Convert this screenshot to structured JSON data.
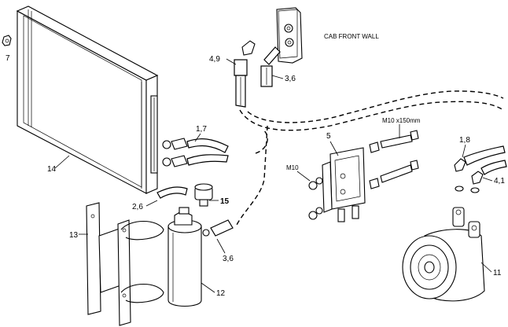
{
  "caption_cab_front_wall": "CAB FRONT WALL",
  "bolt_caption": "M10 x150mm",
  "nut_caption": "M10",
  "labels": {
    "p7": "7",
    "p14": "14",
    "p17": "1,7",
    "p49": "4,9",
    "p36_top": "3,6",
    "p26": "2,6",
    "p15": "15",
    "p13": "13",
    "p12": "12",
    "p36_bottom": "3,6",
    "p5": "5",
    "p18": "1,8",
    "p41": "4,1",
    "p11": "11"
  }
}
